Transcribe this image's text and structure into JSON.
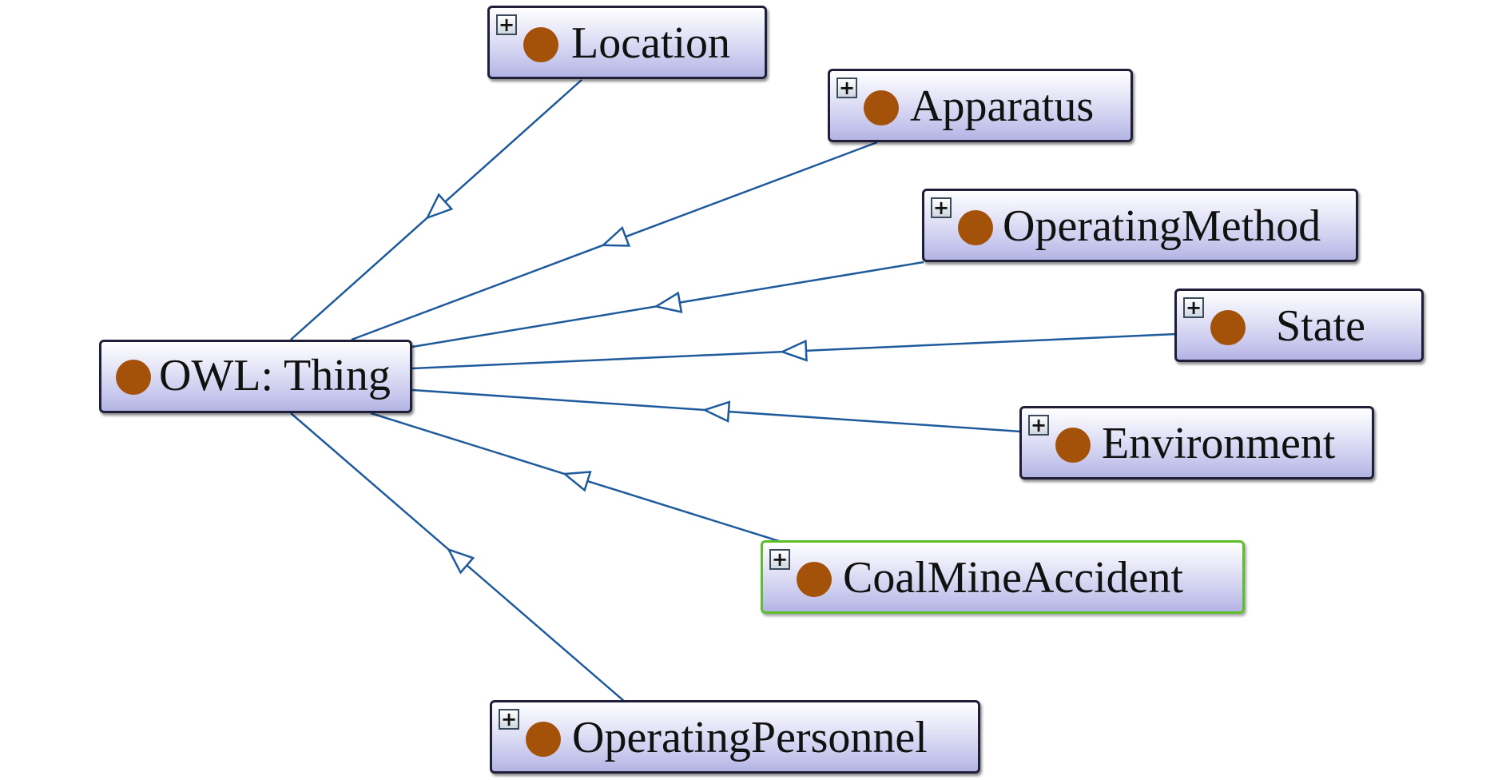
{
  "graph": {
    "root": {
      "id": "thing",
      "label": "OWL: Thing"
    },
    "children": [
      {
        "id": "location",
        "label": "Location",
        "expand_symbol": "+",
        "selected": false
      },
      {
        "id": "apparatus",
        "label": "Apparatus",
        "expand_symbol": "+",
        "selected": false
      },
      {
        "id": "operating-method",
        "label": "OperatingMethod",
        "expand_symbol": "+",
        "selected": false
      },
      {
        "id": "state",
        "label": "State",
        "expand_symbol": "+",
        "selected": false
      },
      {
        "id": "environment",
        "label": "Environment",
        "expand_symbol": "+",
        "selected": false
      },
      {
        "id": "coal-mine-accident",
        "label": "CoalMineAccident",
        "expand_symbol": "+",
        "selected": true
      },
      {
        "id": "operating-personnel",
        "label": "OperatingPersonnel",
        "expand_symbol": "+",
        "selected": false
      }
    ],
    "edge_type": "subclass-of"
  },
  "colors": {
    "edge": "#1f5a9c",
    "class_dot": "#a4510a",
    "selected_border": "#5bbf2a",
    "node_border": "#1f1f3a"
  },
  "icons": {
    "expand": "plus-square-icon",
    "class": "class-circle-icon",
    "edge_head": "open-triangle-arrow-icon"
  }
}
